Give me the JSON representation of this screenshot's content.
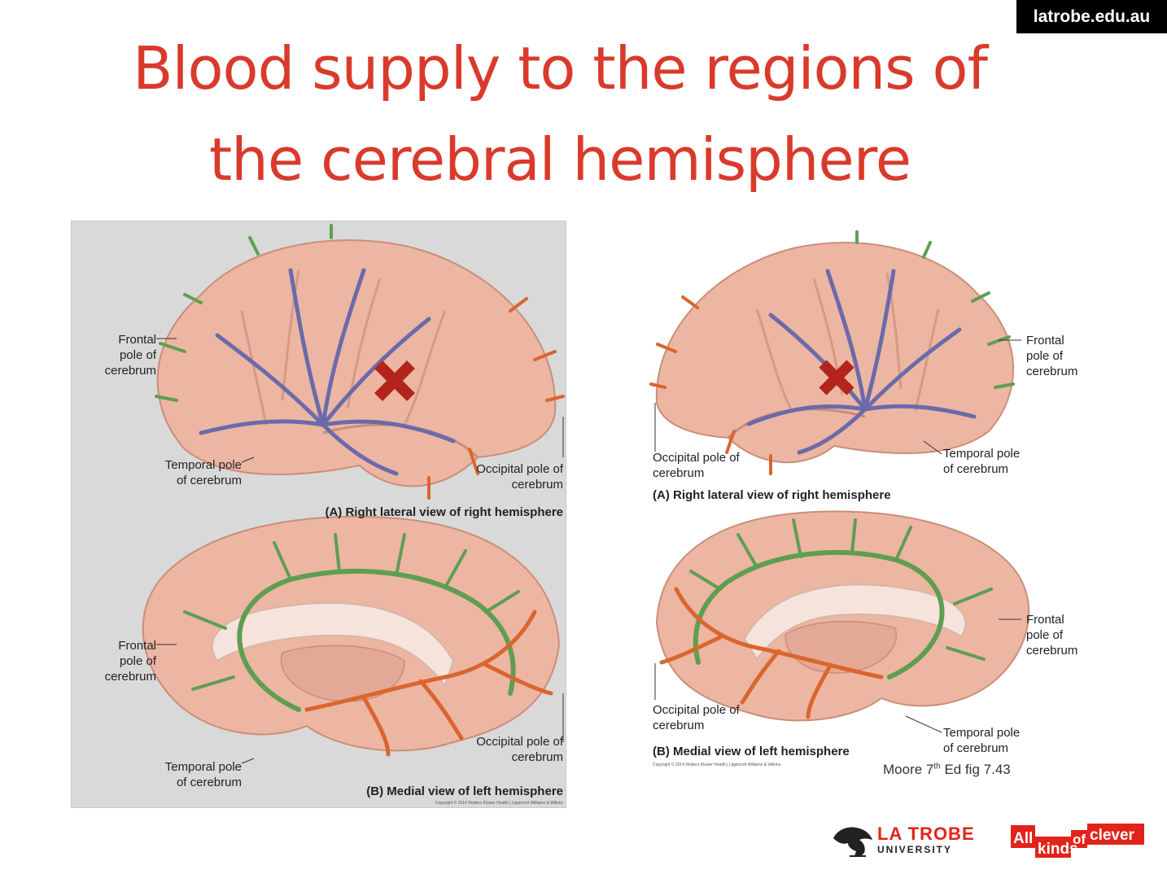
{
  "site_badge": "latrobe.edu.au",
  "title": {
    "line1": "Blood supply to the regions of",
    "line2": "the cerebral hemisphere"
  },
  "figures": {
    "left": {
      "labels": {
        "frontal_a": [
          "Frontal",
          "pole of",
          "cerebrum"
        ],
        "temporal_a": [
          "Temporal pole",
          "of cerebrum"
        ],
        "occipital_a": [
          "Occipital pole of",
          "cerebrum"
        ],
        "caption_a": "(A) Right lateral view of right hemisphere",
        "frontal_b": [
          "Frontal",
          "pole of",
          "cerebrum"
        ],
        "temporal_b": [
          "Temporal pole",
          "of cerebrum"
        ],
        "occipital_b": [
          "Occipital pole of",
          "cerebrum"
        ],
        "caption_b": "(B) Medial view of left hemisphere",
        "copyright": "Copyright © 2014 Wolters Kluwer Health | Lippincott Williams & Wilkins"
      }
    },
    "right": {
      "labels": {
        "frontal_a": [
          "Frontal",
          "pole of",
          "cerebrum"
        ],
        "temporal_a": [
          "Temporal pole",
          "of cerebrum"
        ],
        "occipital_a": [
          "Occipital pole of",
          "cerebrum"
        ],
        "caption_a": "(A) Right lateral view of right hemisphere",
        "frontal_b": [
          "Frontal",
          "pole of",
          "cerebrum"
        ],
        "temporal_b": [
          "Temporal pole",
          "of cerebrum"
        ],
        "occipital_b": [
          "Occipital pole of",
          "cerebrum"
        ],
        "caption_b": "(B) Medial view of left hemisphere",
        "copyright": "Copyright © 2014 Wolters Kluwer Health | Lippincott Williams & Wilkins"
      }
    }
  },
  "credit": {
    "prefix": "Moore 7",
    "sup": "th",
    "suffix": " Ed fig 7.43"
  },
  "logos": {
    "latrobe_line1": "LA TROBE",
    "latrobe_line2": "UNIVERSITY",
    "clever_all": "All",
    "clever_kinds": "kinds",
    "clever_of": "of",
    "clever_clever": "clever"
  },
  "colors": {
    "title_red": "#d93a2b",
    "brain_pink": "#edb6a2",
    "artery_purple": "#6b6aaa",
    "artery_green": "#5f9e52",
    "artery_orange": "#d9662e",
    "x_mark": "#b3241b",
    "latrobe_red": "#e2231a"
  }
}
